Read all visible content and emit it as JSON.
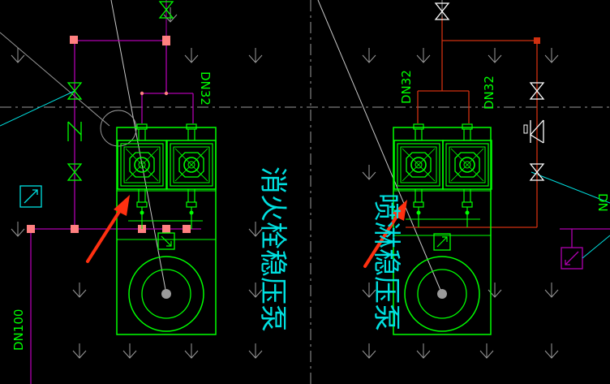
{
  "labels": {
    "left_pump": "消火栓稳压泵",
    "right_pump": "喷淋稳压泵",
    "dn32_left": "DN32",
    "dn32_right_a": "DN32",
    "dn32_right_b": "DN32",
    "dn100": "DN100",
    "dn_edge": "DN"
  },
  "colors": {
    "background": "#000000",
    "equipment": "#00ff00",
    "pipe_purple": "#b000b0",
    "pipe_red": "#d03010",
    "valve_white": "#ffffff",
    "annotation_cyan": "#00e0e0",
    "arrow_red": "#ff3010",
    "grid_gray": "#9a9a9a",
    "fitting_pink": "#ff8080"
  },
  "icons": [
    "gate-valve-icon",
    "check-valve-icon",
    "pressure-gauge-icon",
    "pump-motor-icon",
    "down-arrow-icon"
  ]
}
